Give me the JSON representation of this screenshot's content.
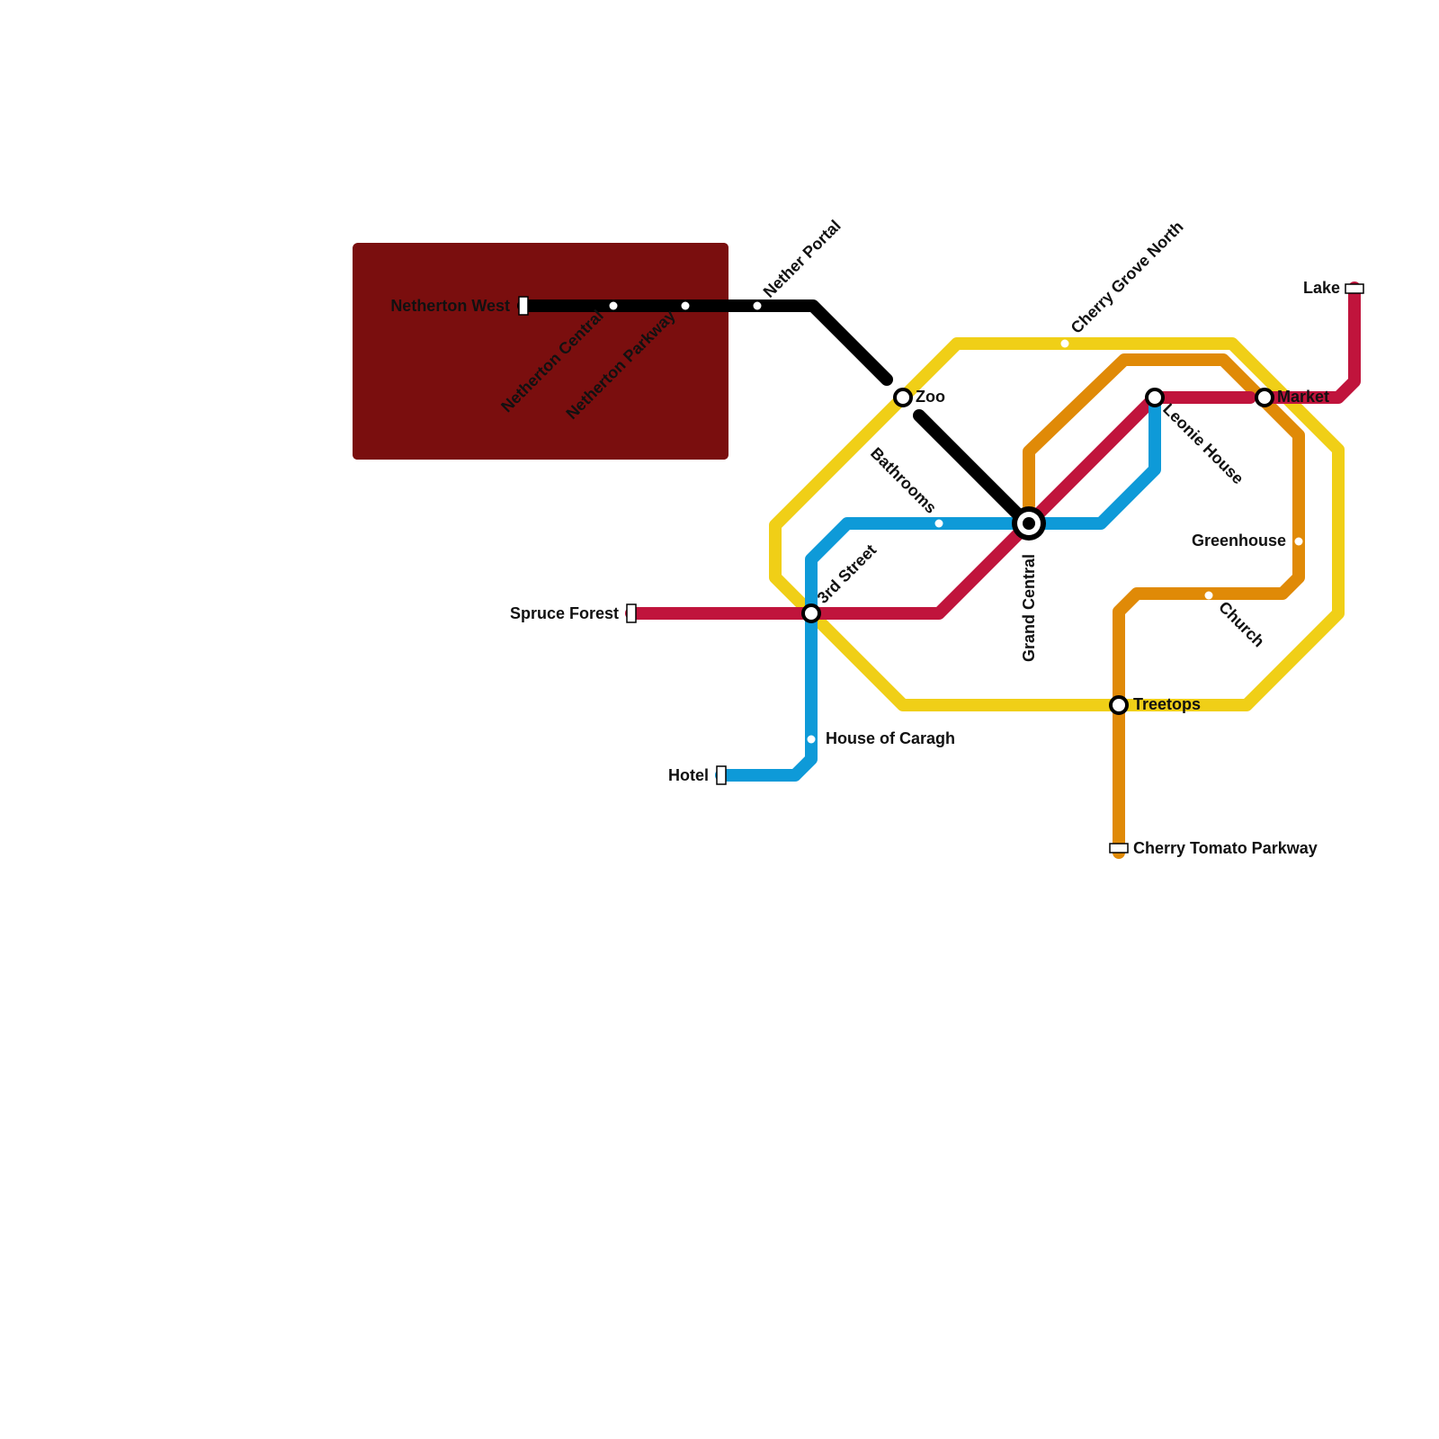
{
  "colors": {
    "background": "#ffffff",
    "water_area": "#7a0e0e",
    "line_black": "#000000",
    "line_yellow": "#f0cf17",
    "line_orange": "#e08a07",
    "line_red": "#c0143c",
    "line_blue": "#0e9ad8"
  },
  "lines": [
    {
      "id": "black",
      "color": "#000000"
    },
    {
      "id": "yellow",
      "color": "#f0cf17"
    },
    {
      "id": "orange",
      "color": "#e08a07"
    },
    {
      "id": "red",
      "color": "#c0143c"
    },
    {
      "id": "blue",
      "color": "#0e9ad8"
    }
  ],
  "stations": {
    "netherton_west": "Netherton West",
    "netherton_central": "Netherton Central",
    "netherton_parkway": "Netherton Parkway",
    "nether_portal": "Nether Portal",
    "zoo": "Zoo",
    "bathrooms": "Bathrooms",
    "grand_central": "Grand Central",
    "cherry_grove_north": "Cherry Grove North",
    "leonie_house": "Leonie House",
    "market": "Market",
    "lake": "Lake",
    "greenhouse": "Greenhouse",
    "church": "Church",
    "treetops": "Treetops",
    "cherry_tomato_parkway": "Cherry Tomato Parkway",
    "spruce_forest": "Spruce Forest",
    "third_street": "3rd Street",
    "house_of_caragh": "House of Caragh",
    "hotel": "Hotel"
  }
}
